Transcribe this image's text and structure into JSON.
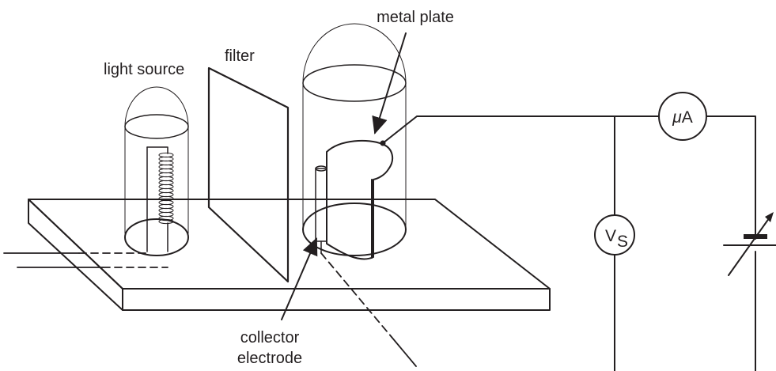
{
  "labels": {
    "metal_plate": "metal plate",
    "light_source": "light source",
    "filter": "filter",
    "collector_line1": "collector",
    "collector_line2": "electrode"
  },
  "meters": {
    "ammeter_prefix": "μ",
    "ammeter_unit": "A",
    "voltmeter_main": "V",
    "voltmeter_sub": "S"
  },
  "colors": {
    "ink": "#231f20",
    "background": "#ffffff"
  }
}
